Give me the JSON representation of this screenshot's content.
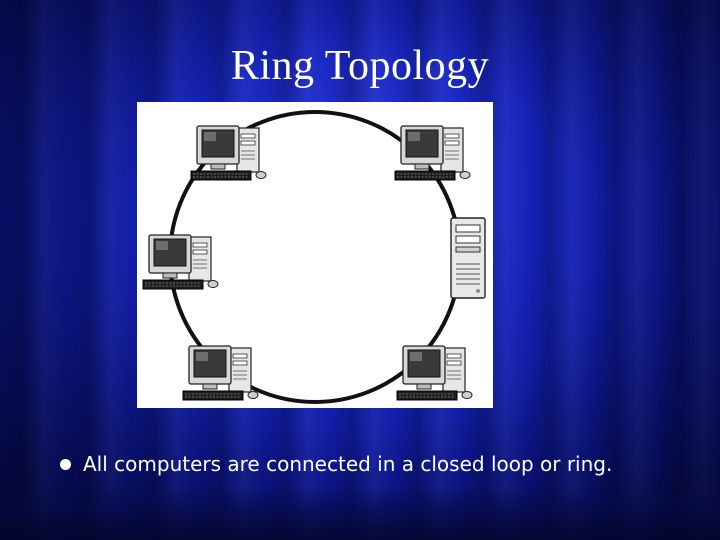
{
  "slide": {
    "title": "Ring Topology",
    "bullets": [
      {
        "text": "All computers are connected in a closed loop or ring."
      }
    ]
  },
  "diagram": {
    "nodes": [
      {
        "name": "computer-top-left",
        "kind": "desktop"
      },
      {
        "name": "computer-top-right",
        "kind": "desktop"
      },
      {
        "name": "computer-middle-left",
        "kind": "desktop"
      },
      {
        "name": "server-middle-right",
        "kind": "tower"
      },
      {
        "name": "computer-bottom-left",
        "kind": "desktop"
      },
      {
        "name": "computer-bottom-right",
        "kind": "desktop"
      }
    ],
    "link": "ring"
  },
  "colors": {
    "background": "#1522b8",
    "text": "#ffffff",
    "diagram_background": "#ffffff",
    "ring": "#111111"
  }
}
